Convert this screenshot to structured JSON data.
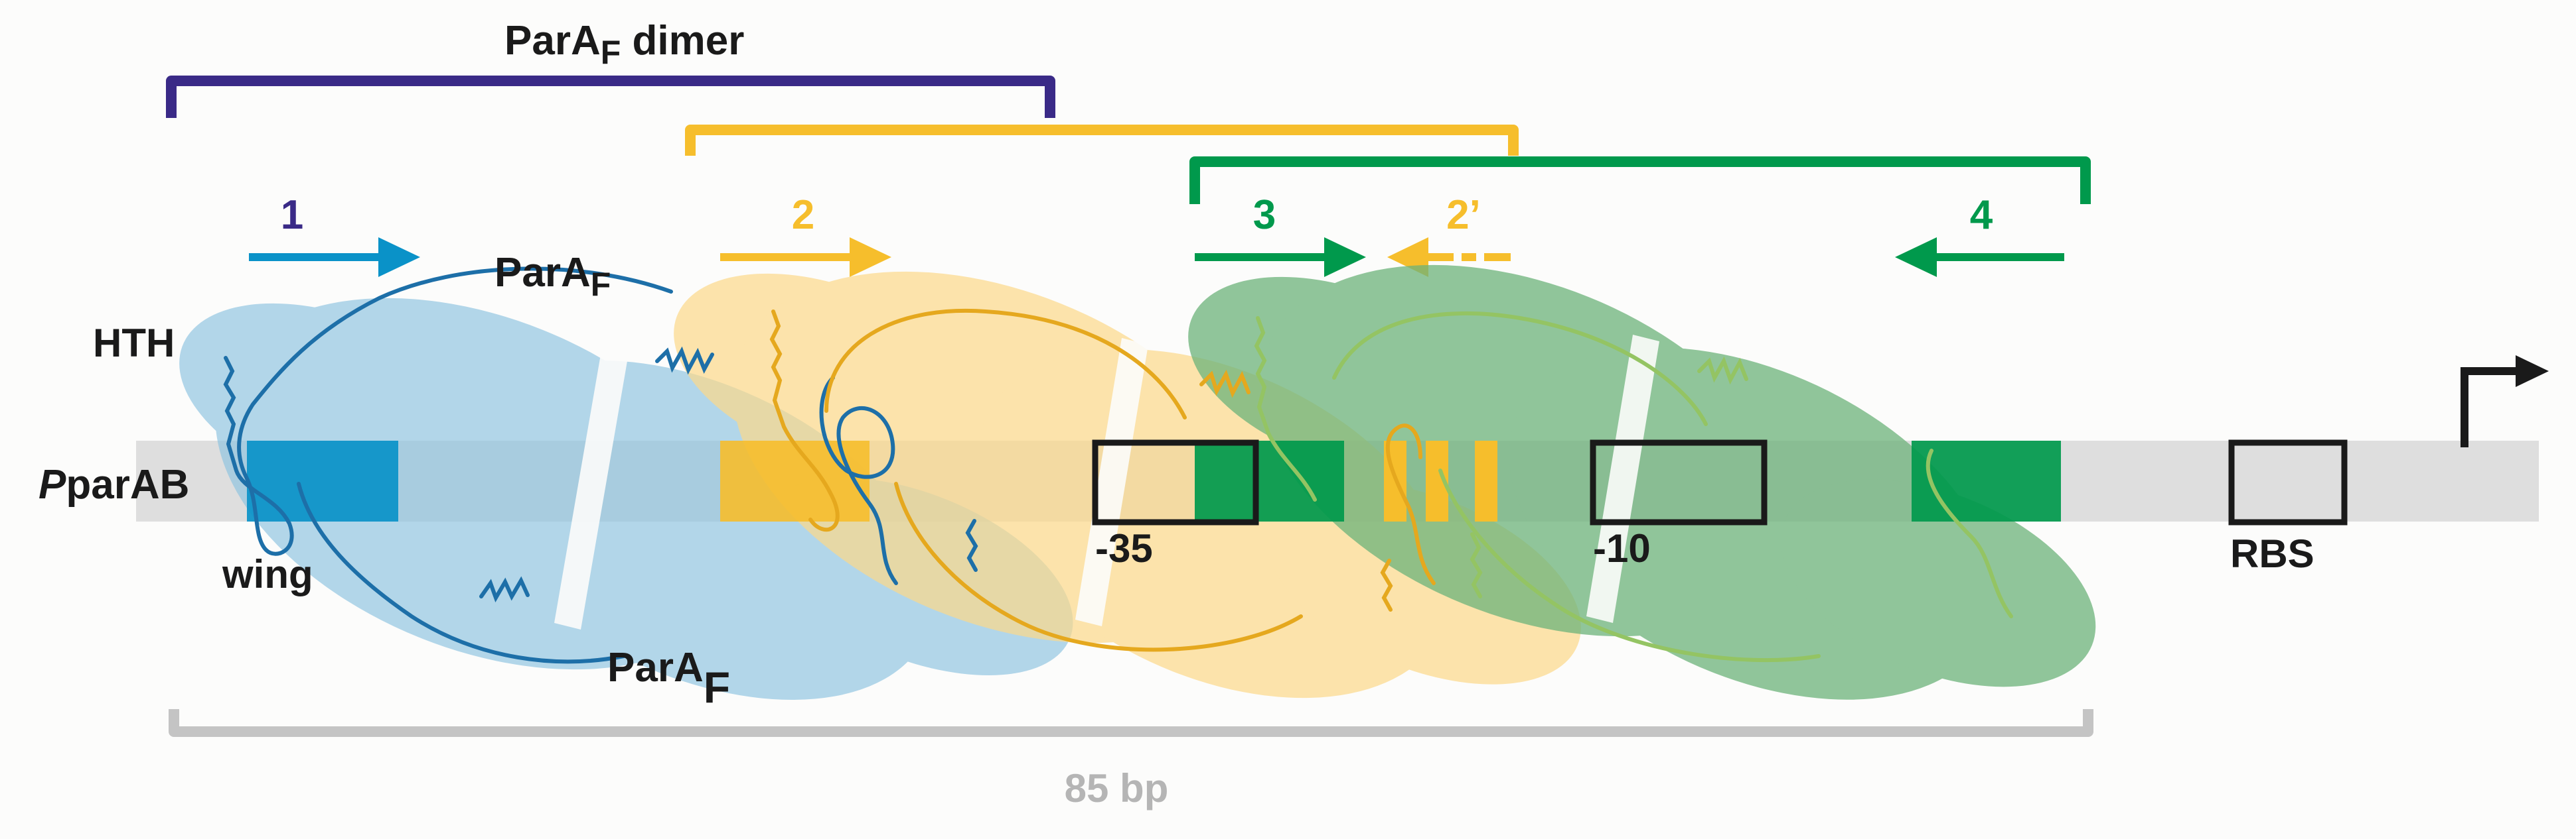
{
  "title": {
    "main": "ParA",
    "sub": "F",
    "suffix": " dimer"
  },
  "promoter": {
    "italic": "P",
    "rest": "parAB"
  },
  "domains": {
    "hth": "HTH",
    "wing": "wing"
  },
  "protein_top": {
    "main": "ParA",
    "sub": "F"
  },
  "protein_bottom": {
    "main": "ParA",
    "sub": "F"
  },
  "sites": {
    "s1": "1",
    "s2": "2",
    "s3": "3",
    "s2p": "2’",
    "s4": "4"
  },
  "elements": {
    "m35": "-35",
    "m10": "-10",
    "rbs": "RBS"
  },
  "length": "85 bp",
  "colors": {
    "purple": "#3a2a87",
    "blue": "#0a92c8",
    "blue_light": "#8cc3e0",
    "yellow": "#f6be2c",
    "yellow_light": "#fcd98a",
    "green": "#00994c",
    "green_light": "#6db37a",
    "gray_dna": "#dedede",
    "gray_bracket": "#c4c4c4",
    "black": "#1a1a1a"
  }
}
